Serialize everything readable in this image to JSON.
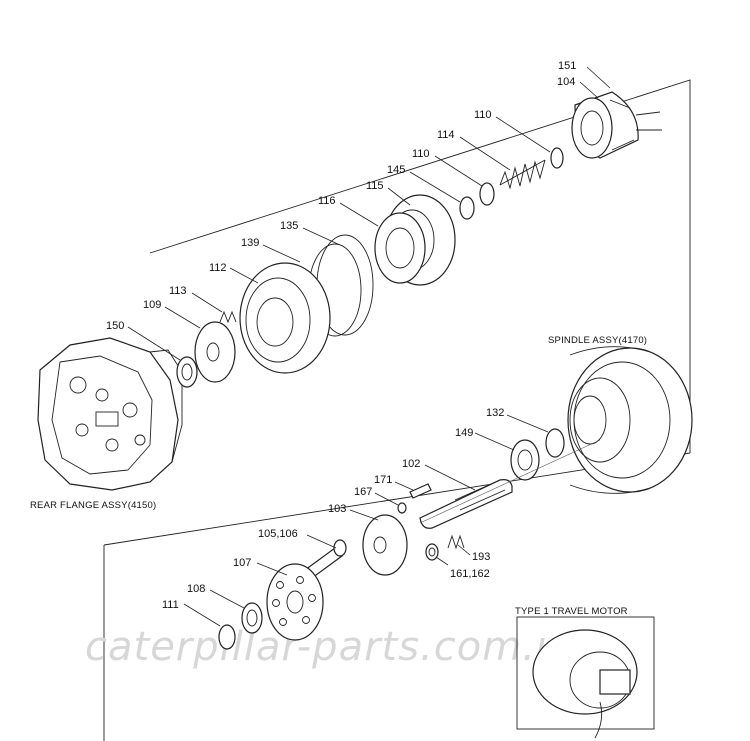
{
  "captions": {
    "rear_flange": "REAR FLANGE ASSY(4150)",
    "spindle": "SPINDLE ASSY(4170)",
    "type1": "TYPE 1 TRAVEL MOTOR"
  },
  "watermark": "caterpillar-parts.com.ua",
  "callouts": {
    "p151": "151",
    "p104": "104",
    "p110a": "110",
    "p114": "114",
    "p110b": "110",
    "p145": "145",
    "p115": "115",
    "p116": "116",
    "p135": "135",
    "p139": "139",
    "p112": "112",
    "p113": "113",
    "p109": "109",
    "p150": "150",
    "p132": "132",
    "p149": "149",
    "p102": "102",
    "p171": "171",
    "p167": "167",
    "p103": "103",
    "p105_106": "105,106",
    "p107": "107",
    "p193": "193",
    "p161_162": "161,162",
    "p108": "108",
    "p111": "111"
  }
}
